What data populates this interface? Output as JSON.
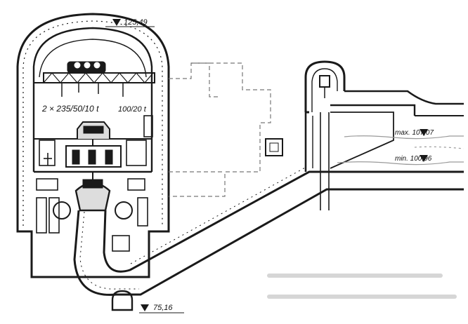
{
  "labels": {
    "crest_elevation": "125,49",
    "crane_capacity": "2 × 235/50/10 t",
    "aux_crane": "100/20 t",
    "max_water_level": "max. 107,07",
    "min_water_level": "min. 100,96",
    "bottom_elevation": "75,16"
  },
  "colors": {
    "ink": "#1a1a1a",
    "water": "#9a9a9a",
    "faint": "#c8c8c8"
  }
}
